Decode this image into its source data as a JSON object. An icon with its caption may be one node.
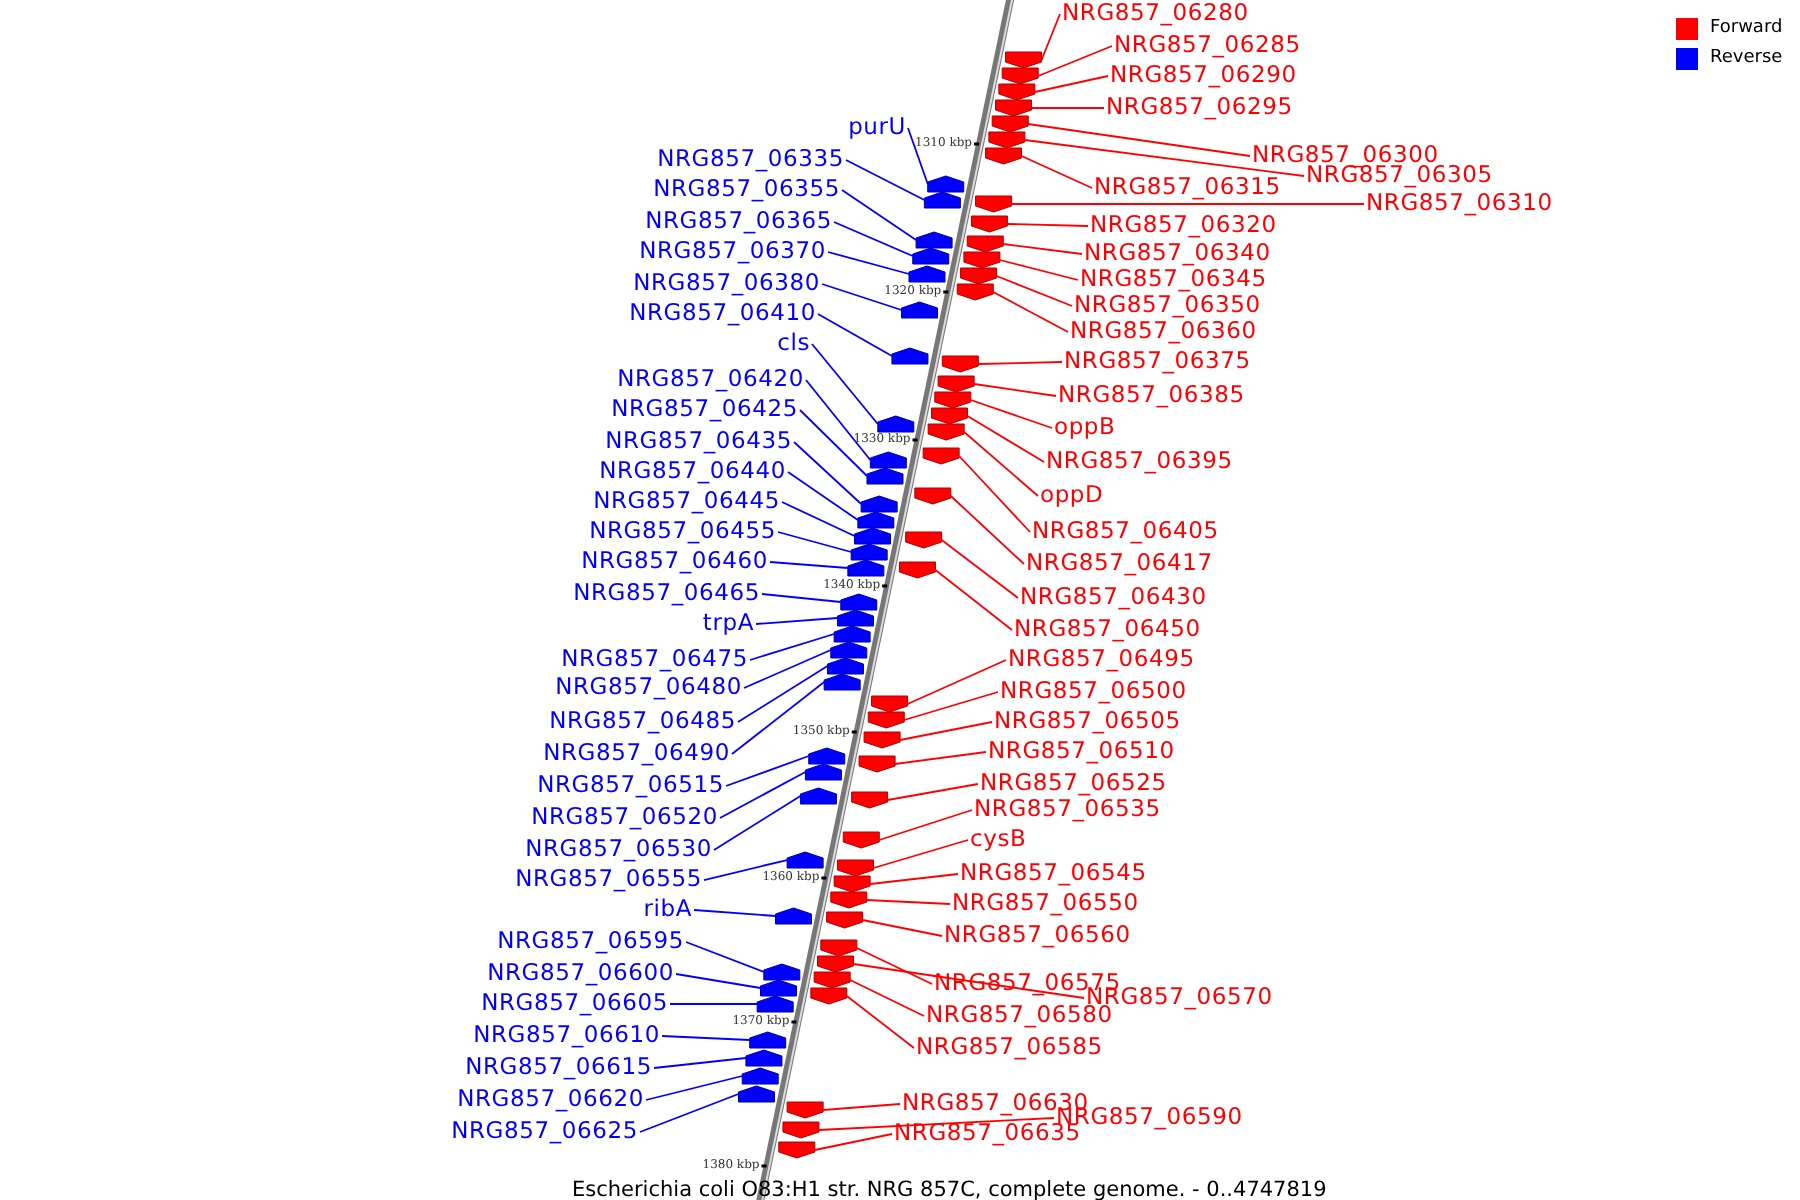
{
  "diagram": {
    "caption": "Escherichia coli O83:H1 str. NRG 857C, complete genome. - 0..4747819",
    "nodes": [
      {
        "text": [
          "NRG857_06280"
        ]
      },
      {
        "text": [
          "NRG857_06285"
        ]
      },
      {
        "text": [
          "NRG857_06290"
        ]
      },
      {
        "text": [
          "NRG857_06295"
        ]
      },
      {
        "text": [
          "NRG857_06300"
        ]
      },
      {
        "text": [
          "NRG857_06305"
        ]
      },
      {
        "text": [
          "NRG857_06310"
        ]
      },
      {
        "text": [
          "NRG857_06315"
        ]
      },
      {
        "text": [
          "NRG857_06320"
        ]
      },
      {
        "text": [
          "NRG857_06340"
        ]
      },
      {
        "text": [
          "NRG857_06345"
        ]
      },
      {
        "text": [
          "NRG857_06350"
        ]
      },
      {
        "text": [
          "NRG857_06360"
        ]
      },
      {
        "text": [
          "NRG857_06375"
        ]
      },
      {
        "text": [
          "NRG857_06385"
        ]
      },
      {
        "text": [
          "oppB"
        ]
      },
      {
        "text": [
          "NRG857_06395"
        ]
      },
      {
        "text": [
          "oppD"
        ]
      },
      {
        "text": [
          "NRG857_06405"
        ]
      },
      {
        "text": [
          "NRG857_06417"
        ]
      },
      {
        "text": [
          "NRG857_06430"
        ]
      },
      {
        "text": [
          "NRG857_06450"
        ]
      },
      {
        "text": [
          "NRG857_06495"
        ]
      },
      {
        "text": [
          "NRG857_06500"
        ]
      },
      {
        "text": [
          "NRG857_06505"
        ]
      },
      {
        "text": [
          "NRG857_06510"
        ]
      },
      {
        "text": [
          "NRG857_06525"
        ]
      },
      {
        "text": [
          "NRG857_06535"
        ]
      },
      {
        "text": [
          "cysB"
        ]
      },
      {
        "text": [
          "NRG857_06545"
        ]
      },
      {
        "text": [
          "NRG857_06550"
        ]
      },
      {
        "text": [
          "NRG857_06560"
        ]
      },
      {
        "text": [
          "NRG857_06575"
        ]
      },
      {
        "text": [
          "NRG857_06570"
        ]
      },
      {
        "text": [
          "NRG857_06580"
        ]
      },
      {
        "text": [
          "NRG857_06585"
        ]
      },
      {
        "text": [
          "NRG857_06630"
        ]
      },
      {
        "text": [
          "NRG857_06590"
        ]
      },
      {
        "text": [
          "NRG857_06635"
        ]
      },
      {
        "text": [
          "purU"
        ]
      },
      {
        "text": [
          "NRG857_06335"
        ]
      },
      {
        "text": [
          "NRG857_06355"
        ]
      },
      {
        "text": [
          "NRG857_06365"
        ]
      },
      {
        "text": [
          "NRG857_06370"
        ]
      },
      {
        "text": [
          "NRG857_06380"
        ]
      },
      {
        "text": [
          "NRG857_06410"
        ]
      },
      {
        "text": [
          "cls"
        ]
      },
      {
        "text": [
          "NRG857_06420"
        ]
      },
      {
        "text": [
          "NRG857_06425"
        ]
      },
      {
        "text": [
          "NRG857_06435"
        ]
      },
      {
        "text": [
          "NRG857_06440"
        ]
      },
      {
        "text": [
          "NRG857_06445"
        ]
      },
      {
        "text": [
          "NRG857_06455"
        ]
      },
      {
        "text": [
          "NRG857_06460"
        ]
      },
      {
        "text": [
          "NRG857_06465"
        ]
      },
      {
        "text": [
          "trpA"
        ]
      },
      {
        "text": [
          "NRG857_06475"
        ]
      },
      {
        "text": [
          "NRG857_06480"
        ]
      },
      {
        "text": [
          "NRG857_06485"
        ]
      },
      {
        "text": [
          "NRG857_06490"
        ]
      },
      {
        "text": [
          "NRG857_06515"
        ]
      },
      {
        "text": [
          "NRG857_06520"
        ]
      },
      {
        "text": [
          "NRG857_06530"
        ]
      },
      {
        "text": [
          "NRG857_06555"
        ]
      },
      {
        "text": [
          "ribA"
        ]
      },
      {
        "text": [
          "NRG857_06595"
        ]
      },
      {
        "text": [
          "NRG857_06600"
        ]
      },
      {
        "text": [
          "NRG857_06605"
        ]
      },
      {
        "text": [
          "NRG857_06610"
        ]
      },
      {
        "text": [
          "NRG857_06615"
        ]
      },
      {
        "text": [
          "NRG857_06620"
        ]
      },
      {
        "text": [
          "NRG857_06625"
        ]
      },
      {
        "text": [],
        "shape": "arrow"
      },
      {
        "text": [],
        "shape": "arrow"
      },
      {
        "text": [],
        "shape": "arrow"
      },
      {
        "text": [],
        "shape": "arrow"
      },
      {
        "text": [],
        "shape": "arrow"
      },
      {
        "text": [],
        "shape": "arrow"
      },
      {
        "text": [],
        "shape": "arrow"
      },
      {
        "text": [],
        "shape": "arrow"
      },
      {
        "text": [],
        "shape": "arrow"
      },
      {
        "text": [],
        "shape": "arrow"
      },
      {
        "text": [],
        "shape": "arrow"
      },
      {
        "text": [],
        "shape": "arrow"
      },
      {
        "text": [],
        "shape": "arrow"
      },
      {
        "text": [],
        "shape": "arrow"
      },
      {
        "text": [],
        "shape": "arrow"
      },
      {
        "text": [],
        "shape": "arrow"
      },
      {
        "text": [],
        "shape": "arrow"
      },
      {
        "text": [],
        "shape": "arrow"
      },
      {
        "text": [],
        "shape": "arrow"
      },
      {
        "text": [],
        "shape": "arrow"
      },
      {
        "text": [],
        "shape": "arrow"
      },
      {
        "text": [],
        "shape": "arrow"
      },
      {
        "text": [],
        "shape": "arrow"
      },
      {
        "text": [],
        "shape": "arrow"
      },
      {
        "text": [],
        "shape": "arrow"
      },
      {
        "text": [],
        "shape": "arrow"
      },
      {
        "text": [],
        "shape": "arrow"
      },
      {
        "text": [],
        "shape": "arrow"
      },
      {
        "text": [],
        "shape": "arrow"
      },
      {
        "text": [],
        "shape": "arrow"
      },
      {
        "text": [],
        "shape": "arrow"
      },
      {
        "text": [],
        "shape": "arrow"
      },
      {
        "text": [],
        "shape": "arrow"
      },
      {
        "text": [],
        "shape": "arrow"
      },
      {
        "text": [],
        "shape": "arrow"
      },
      {
        "text": [],
        "shape": "arrow"
      },
      {
        "text": [],
        "shape": "arrow"
      },
      {
        "text": [],
        "shape": "arrow"
      },
      {
        "text": [],
        "shape": "arrow"
      },
      {
        "text": [],
        "shape": "arrow"
      },
      {
        "text": [],
        "shape": "arrow"
      },
      {
        "text": [],
        "shape": "arrow"
      },
      {
        "text": [],
        "shape": "arrow"
      },
      {
        "text": [],
        "shape": "arrow"
      },
      {
        "text": [],
        "shape": "arrow"
      },
      {
        "text": [],
        "shape": "arrow"
      },
      {
        "text": [],
        "shape": "arrow"
      },
      {
        "text": [],
        "shape": "arrow"
      },
      {
        "text": [],
        "shape": "arrow"
      },
      {
        "text": [],
        "shape": "arrow"
      },
      {
        "text": [],
        "shape": "arrow"
      },
      {
        "text": [],
        "shape": "arrow"
      },
      {
        "text": [],
        "shape": "arrow"
      },
      {
        "text": [],
        "shape": "arrow"
      },
      {
        "text": [],
        "shape": "arrow"
      },
      {
        "text": [],
        "shape": "arrow"
      },
      {
        "text": [],
        "shape": "arrow"
      },
      {
        "text": [],
        "shape": "arrow"
      },
      {
        "text": [],
        "shape": "arrow"
      },
      {
        "text": [],
        "shape": "arrow"
      },
      {
        "text": [],
        "shape": "arrow"
      },
      {
        "text": [],
        "shape": "arrow"
      },
      {
        "text": [],
        "shape": "arrow"
      },
      {
        "text": [],
        "shape": "arrow"
      },
      {
        "text": [],
        "shape": "arrow"
      },
      {
        "text": [],
        "shape": "arrow"
      },
      {
        "text": [],
        "shape": "arrow"
      },
      {
        "text": [],
        "shape": "arrow"
      },
      {
        "text": [],
        "shape": "arrow"
      },
      {
        "text": [],
        "shape": "arrow"
      },
      {
        "text": [],
        "shape": "arrow"
      },
      {
        "text": [],
        "shape": "arrow"
      }
    ],
    "edges": [
      {
        "from": 0,
        "to": 72,
        "arrow": "none"
      },
      {
        "from": 1,
        "to": 73,
        "arrow": "none"
      },
      {
        "from": 2,
        "to": 74,
        "arrow": "none"
      },
      {
        "from": 3,
        "to": 75,
        "arrow": "none"
      },
      {
        "from": 4,
        "to": 76,
        "arrow": "none"
      },
      {
        "from": 5,
        "to": 77,
        "arrow": "none"
      },
      {
        "from": 6,
        "to": 78,
        "arrow": "none"
      },
      {
        "from": 7,
        "to": 79,
        "arrow": "none"
      },
      {
        "from": 8,
        "to": 80,
        "arrow": "none"
      },
      {
        "from": 9,
        "to": 81,
        "arrow": "none"
      },
      {
        "from": 10,
        "to": 82,
        "arrow": "none"
      },
      {
        "from": 11,
        "to": 83,
        "arrow": "none"
      },
      {
        "from": 12,
        "to": 84,
        "arrow": "none"
      },
      {
        "from": 13,
        "to": 85,
        "arrow": "none"
      },
      {
        "from": 14,
        "to": 86,
        "arrow": "none"
      },
      {
        "from": 15,
        "to": 87,
        "arrow": "none"
      },
      {
        "from": 16,
        "to": 88,
        "arrow": "none"
      },
      {
        "from": 17,
        "to": 89,
        "arrow": "none"
      },
      {
        "from": 18,
        "to": 90,
        "arrow": "none"
      },
      {
        "from": 19,
        "to": 91,
        "arrow": "none"
      },
      {
        "from": 20,
        "to": 92,
        "arrow": "none"
      },
      {
        "from": 21,
        "to": 93,
        "arrow": "none"
      },
      {
        "from": 22,
        "to": 94,
        "arrow": "none"
      },
      {
        "from": 23,
        "to": 95,
        "arrow": "none"
      },
      {
        "from": 24,
        "to": 96,
        "arrow": "none"
      },
      {
        "from": 25,
        "to": 97,
        "arrow": "none"
      },
      {
        "from": 26,
        "to": 98,
        "arrow": "none"
      },
      {
        "from": 27,
        "to": 99,
        "arrow": "none"
      },
      {
        "from": 28,
        "to": 100,
        "arrow": "none"
      },
      {
        "from": 29,
        "to": 101,
        "arrow": "none"
      },
      {
        "from": 30,
        "to": 102,
        "arrow": "none"
      },
      {
        "from": 31,
        "to": 103,
        "arrow": "none"
      },
      {
        "from": 32,
        "to": 104,
        "arrow": "none"
      },
      {
        "from": 33,
        "to": 105,
        "arrow": "none"
      },
      {
        "from": 34,
        "to": 106,
        "arrow": "none"
      },
      {
        "from": 35,
        "to": 107,
        "arrow": "none"
      },
      {
        "from": 36,
        "to": 108,
        "arrow": "none"
      },
      {
        "from": 37,
        "to": 109,
        "arrow": "none"
      },
      {
        "from": 38,
        "to": 110,
        "arrow": "none"
      },
      {
        "from": 39,
        "to": 111,
        "arrow": "none",
        "color": "#0000ff"
      },
      {
        "from": 40,
        "to": 112,
        "arrow": "none",
        "color": "#0000ff"
      },
      {
        "from": 41,
        "to": 113,
        "arrow": "none",
        "color": "#0000ff"
      },
      {
        "from": 42,
        "to": 114,
        "arrow": "none",
        "color": "#0000ff"
      },
      {
        "from": 43,
        "to": 115,
        "arrow": "none",
        "color": "#0000ff"
      },
      {
        "from": 44,
        "to": 116,
        "arrow": "none",
        "color": "#0000ff"
      },
      {
        "from": 45,
        "to": 117,
        "arrow": "none",
        "color": "#0000ff"
      },
      {
        "from": 46,
        "to": 118,
        "arrow": "none",
        "color": "#0000ff"
      },
      {
        "from": 47,
        "to": 119,
        "arrow": "none",
        "color": "#0000ff"
      },
      {
        "from": 48,
        "to": 120,
        "arrow": "none",
        "color": "#0000ff"
      },
      {
        "from": 49,
        "to": 121,
        "arrow": "none",
        "color": "#0000ff"
      },
      {
        "from": 50,
        "to": 122,
        "arrow": "none",
        "color": "#0000ff"
      },
      {
        "from": 51,
        "to": 123,
        "arrow": "none",
        "color": "#0000ff"
      },
      {
        "from": 52,
        "to": 124,
        "arrow": "none",
        "color": "#0000ff"
      },
      {
        "from": 53,
        "to": 125,
        "arrow": "none",
        "color": "#0000ff"
      },
      {
        "from": 54,
        "to": 126,
        "arrow": "none",
        "color": "#0000ff"
      },
      {
        "from": 55,
        "to": 127,
        "arrow": "none",
        "color": "#0000ff"
      },
      {
        "from": 56,
        "to": 128,
        "arrow": "none",
        "color": "#0000ff"
      },
      {
        "from": 57,
        "to": 129,
        "arrow": "none",
        "color": "#0000ff"
      },
      {
        "from": 58,
        "to": 130,
        "arrow": "none",
        "color": "#0000ff"
      },
      {
        "from": 59,
        "to": 131,
        "arrow": "none",
        "color": "#0000ff"
      },
      {
        "from": 60,
        "to": 132,
        "arrow": "none",
        "color": "#0000ff"
      },
      {
        "from": 61,
        "to": 133,
        "arrow": "none",
        "color": "#0000ff"
      },
      {
        "from": 62,
        "to": 134,
        "arrow": "none",
        "color": "#0000ff"
      },
      {
        "from": 63,
        "to": 135,
        "arrow": "none",
        "color": "#0000ff"
      },
      {
        "from": 64,
        "to": 136,
        "arrow": "none",
        "color": "#0000ff"
      },
      {
        "from": 65,
        "to": 137,
        "arrow": "none",
        "color": "#0000ff"
      },
      {
        "from": 66,
        "to": 138,
        "arrow": "none",
        "color": "#0000ff"
      },
      {
        "from": 67,
        "to": 139,
        "arrow": "none",
        "color": "#0000ff"
      },
      {
        "from": 68,
        "to": 140,
        "arrow": "none",
        "color": "#0000ff"
      },
      {
        "from": 69,
        "to": 141,
        "arrow": "none",
        "color": "#0000ff"
      },
      {
        "from": 70,
        "to": 142,
        "arrow": "none",
        "color": "#0000ff"
      },
      {
        "from": 71,
        "to": 143,
        "arrow": "none",
        "color": "#0000ff"
      }
    ],
    "labels": [
      "1310 kbp",
      "1320 kbp",
      "1330 kbp",
      "1340 kbp",
      "1350 kbp",
      "1360 kbp",
      "1370 kbp",
      "1380 kbp"
    ],
    "legend": [
      {
        "text": "Forward",
        "color": "#ff0000"
      },
      {
        "text": "Reverse",
        "color": "#0000ff"
      }
    ]
  }
}
